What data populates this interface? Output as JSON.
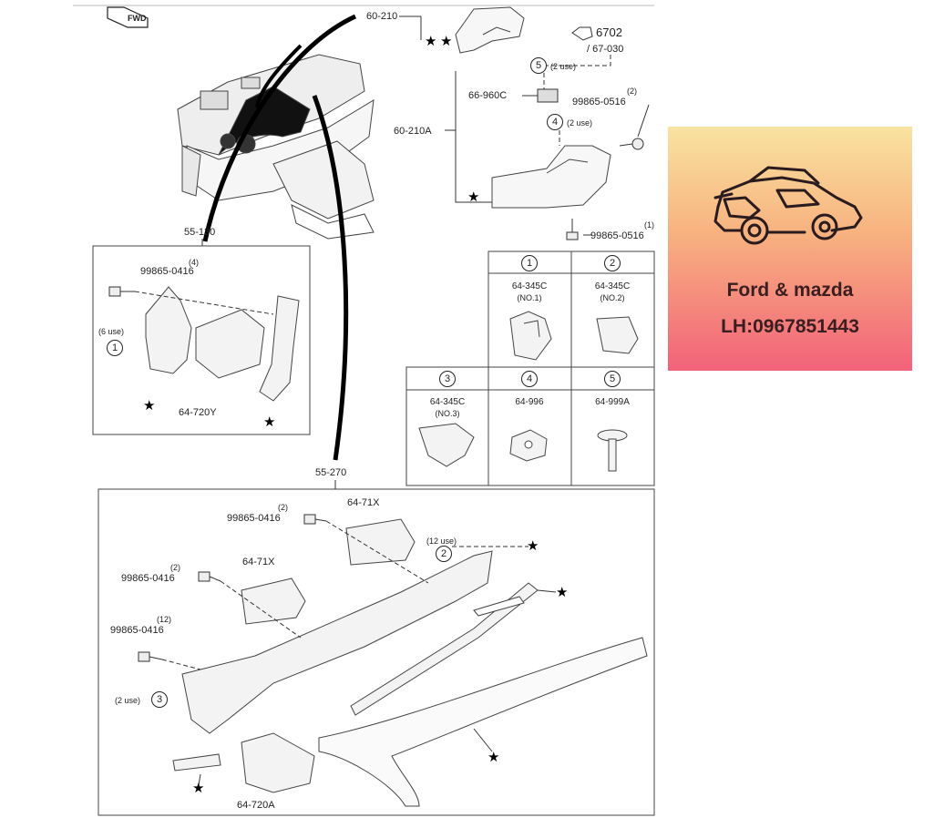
{
  "diagram": {
    "fwd_badge": "FWD",
    "labels": {
      "p60_210": "60-210",
      "p6702": "6702",
      "p67_030": "/ 67-030",
      "use2_top": "(2 use)",
      "p66_960c": "66-960C",
      "p99865_0516_top_qty": "(2)",
      "p99865_0516_top": "99865-0516",
      "use2_mid": "(2 use)",
      "p60_210a": "60-210A",
      "p99865_0516_bot_qty": "(1)",
      "p99865_0516_bot": "99865-0516",
      "p55_130": "55-130",
      "p99865_0416_a_qty": "(4)",
      "p99865_0416_a": "99865-0416",
      "use6": "(6 use)",
      "p64_720y": "64-720Y",
      "p55_270": "55-270",
      "p64_71x_a": "64-71X",
      "p99865_0416_b_qty": "(2)",
      "p99865_0416_b": "99865-0416",
      "use12": "(12 use)",
      "p64_71x_b": "64-71X",
      "p99865_0416_c_qty": "(2)",
      "p99865_0416_c": "99865-0416",
      "p99865_0416_d_qty": "(12)",
      "p99865_0416_d": "99865-0416",
      "use2_left": "(2 use)",
      "p64_720a": "64-720A"
    },
    "callouts": {
      "c1": "1",
      "c2": "2",
      "c3": "3",
      "c4": "4",
      "c5": "5"
    },
    "star_symbol": "★",
    "fastener_table": [
      {
        "num": "1",
        "part": "64-345C",
        "note": "(NO.1)"
      },
      {
        "num": "2",
        "part": "64-345C",
        "note": "(NO.2)"
      },
      {
        "num": "3",
        "part": "64-345C",
        "note": "(NO.3)"
      },
      {
        "num": "4",
        "part": "64-996",
        "note": ""
      },
      {
        "num": "5",
        "part": "64-999A",
        "note": ""
      }
    ]
  },
  "ad": {
    "title": "Ford & mazda",
    "phone": "LH:0967851443",
    "colors": {
      "top": "#f9e3a0",
      "bottom": "#f2627a",
      "text": "#3a1e20"
    }
  }
}
